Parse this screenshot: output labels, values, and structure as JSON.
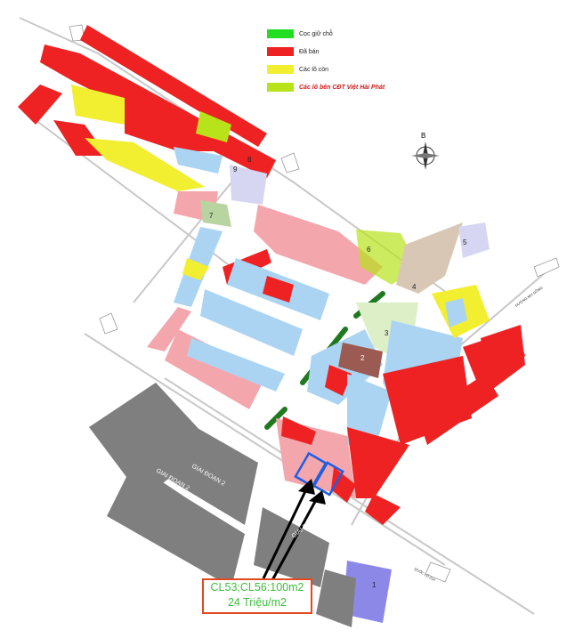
{
  "legend": {
    "items": [
      {
        "label": "Cọc giữ chỗ",
        "color": "#22dd22"
      },
      {
        "label": "Đã bán",
        "color": "#ee2222"
      },
      {
        "label": "Các lô còn",
        "color": "#f2ee30"
      },
      {
        "label": "Các lô bên CĐT Việt Hải Phát",
        "color": "#b8e21a"
      }
    ]
  },
  "callout": {
    "line1": "CL53;CL56:100m2",
    "line2": "24 Triệu/m2",
    "color": "#3bbf3b",
    "border": "#e04a20"
  },
  "compass": {
    "label": "B"
  },
  "phases": [
    "GIAI ĐOẠN 2",
    "GIAI ĐOẠN 2",
    "GIAI ĐOẠN 2"
  ],
  "park_numbers": [
    "1",
    "2",
    "3",
    "4",
    "5",
    "6",
    "7",
    "8",
    "9"
  ],
  "roads": [
    "QUỐC LỘ 21A",
    "ĐƯỜNG MƠ ĐỒNG"
  ],
  "colors": {
    "sold": "#ee2222",
    "available": "#f2ee30",
    "unit": "#f4a6ad",
    "block_blue": "#aad4f2",
    "phase2": "#7f7f7f",
    "park": "#dcefc6",
    "water": "#d6d6f2",
    "hedge": "#1f7a1f",
    "purple": "#8c88e8",
    "brown": "#9b5a52"
  }
}
